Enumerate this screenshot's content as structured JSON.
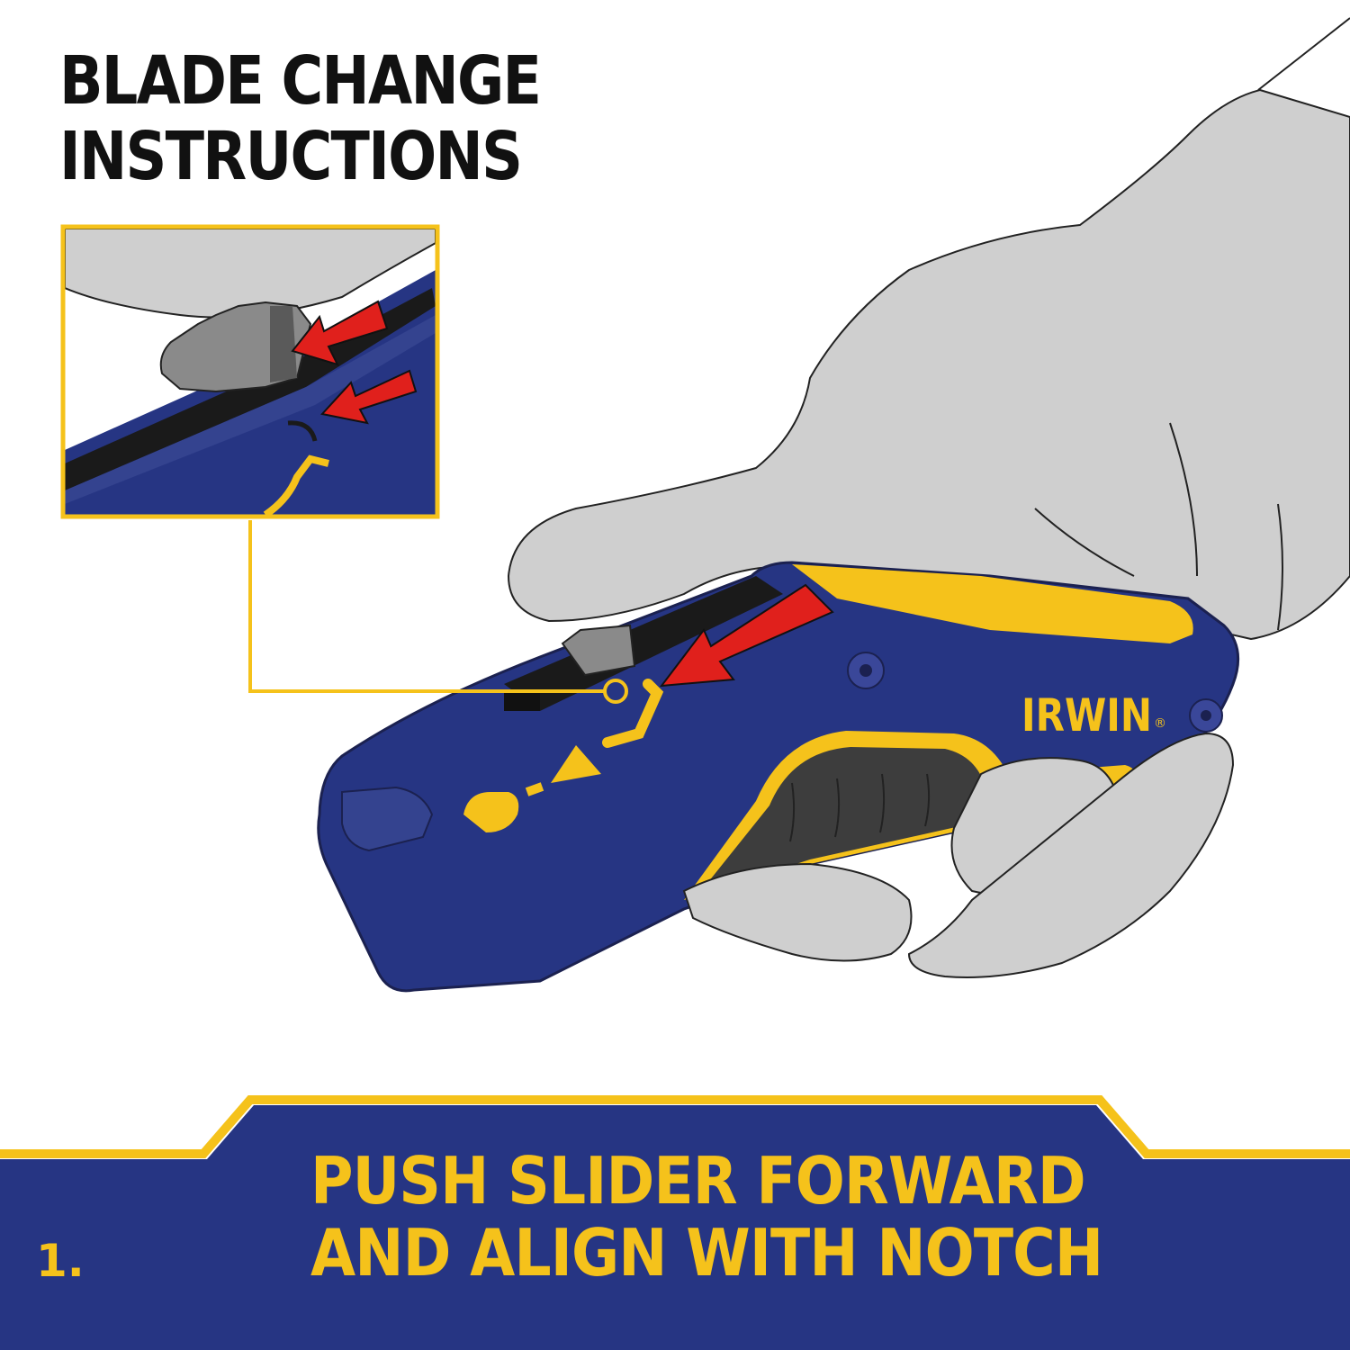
{
  "title": {
    "line1": "BLADE CHANGE",
    "line2": "INSTRUCTIONS"
  },
  "brand": {
    "logo_text": "IRWIN",
    "registered_mark": "®"
  },
  "step": {
    "number": "1.",
    "line1": "PUSH SLIDER FORWARD",
    "line2": "AND ALIGN WITH NOTCH"
  },
  "icons": [
    "push-direction-arrow-icon",
    "blade-indicator-icon",
    "screw-icon"
  ],
  "colors": {
    "navy": "#263583",
    "yellow": "#f5c21b",
    "glove": "#cfcfcf",
    "arrow_red": "#e0201c",
    "grip": "#3d3d3d",
    "slider": "#8a8a8a"
  }
}
